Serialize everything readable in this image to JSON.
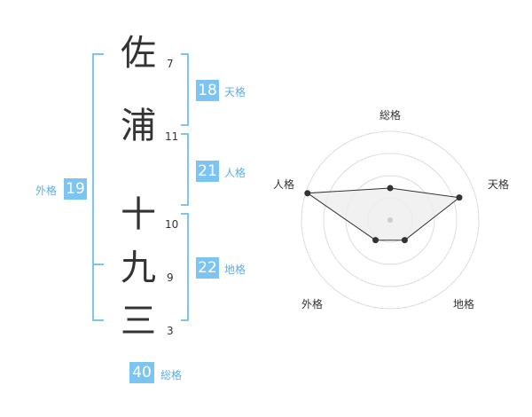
{
  "name_chars": [
    {
      "char": "佐",
      "strokes": "7"
    },
    {
      "char": "浦",
      "strokes": "11"
    },
    {
      "char": "十",
      "strokes": "10"
    },
    {
      "char": "九",
      "strokes": "9"
    },
    {
      "char": "三",
      "strokes": "3"
    }
  ],
  "grids": {
    "tenkaku": {
      "value": "18",
      "label": "天格"
    },
    "jinkaku": {
      "value": "21",
      "label": "人格"
    },
    "chikaku": {
      "value": "22",
      "label": "地格"
    },
    "gaikaku": {
      "value": "19",
      "label": "外格"
    },
    "soukaku": {
      "value": "40",
      "label": "総格"
    }
  },
  "colors": {
    "accent": "#7cc4f2",
    "accent_text": "#5aaee8",
    "polygon_fill": "#eeeeee"
  },
  "chart_data": {
    "type": "radar",
    "axes": [
      "総格",
      "天格",
      "地格",
      "外格",
      "人格"
    ],
    "values": [
      0.36,
      0.82,
      0.28,
      0.28,
      0.98
    ],
    "max": 1,
    "rings": 4
  }
}
